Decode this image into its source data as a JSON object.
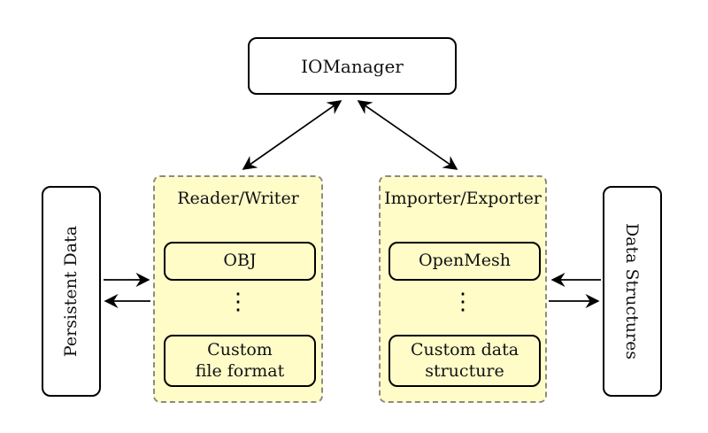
{
  "diagram": {
    "iomanager": {
      "label": "IOManager"
    },
    "reader_writer": {
      "title": "Reader/Writer",
      "first_item": "OBJ",
      "ellipsis": "⋮",
      "last_item": "Custom\nfile format"
    },
    "importer_exporter": {
      "title": "Importer/Exporter",
      "first_item": "OpenMesh",
      "ellipsis": "⋮",
      "last_item": "Custom data\nstructure"
    },
    "left_panel": {
      "label": "Persistent Data"
    },
    "right_panel": {
      "label": "Data Structures"
    },
    "colors": {
      "panel_fill": "#FFFCC8",
      "panel_dash_border": "#8A8A8A",
      "node_border": "#000000",
      "background": "#FFFFFF",
      "arrow": "#000000"
    }
  }
}
